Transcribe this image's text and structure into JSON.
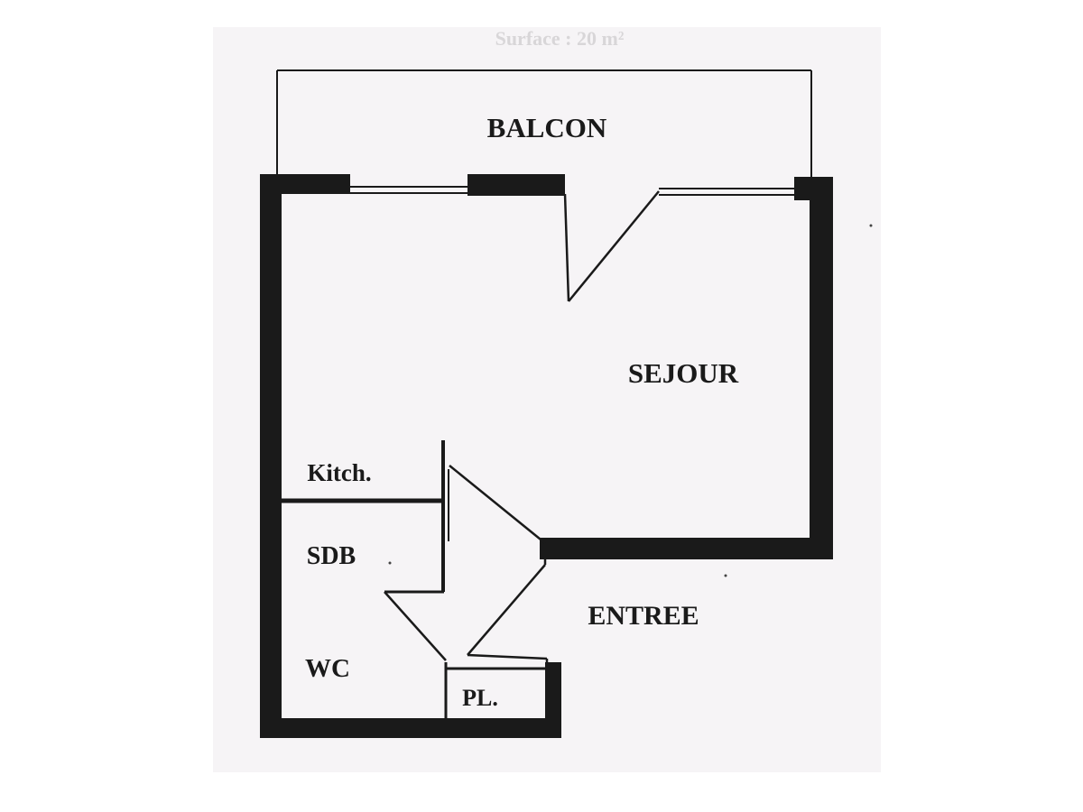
{
  "floorplan": {
    "rooms": {
      "balcon": "BALCON",
      "sejour": "SEJOUR",
      "kitchen": "Kitch.",
      "sdb": "SDB",
      "wc": "WC",
      "entree": "ENTREE",
      "placard": "PL."
    },
    "faded_caption": "Surface : 20 m²",
    "colors": {
      "ink": "#1a1a1a",
      "paper": "#f6f4f6"
    }
  }
}
